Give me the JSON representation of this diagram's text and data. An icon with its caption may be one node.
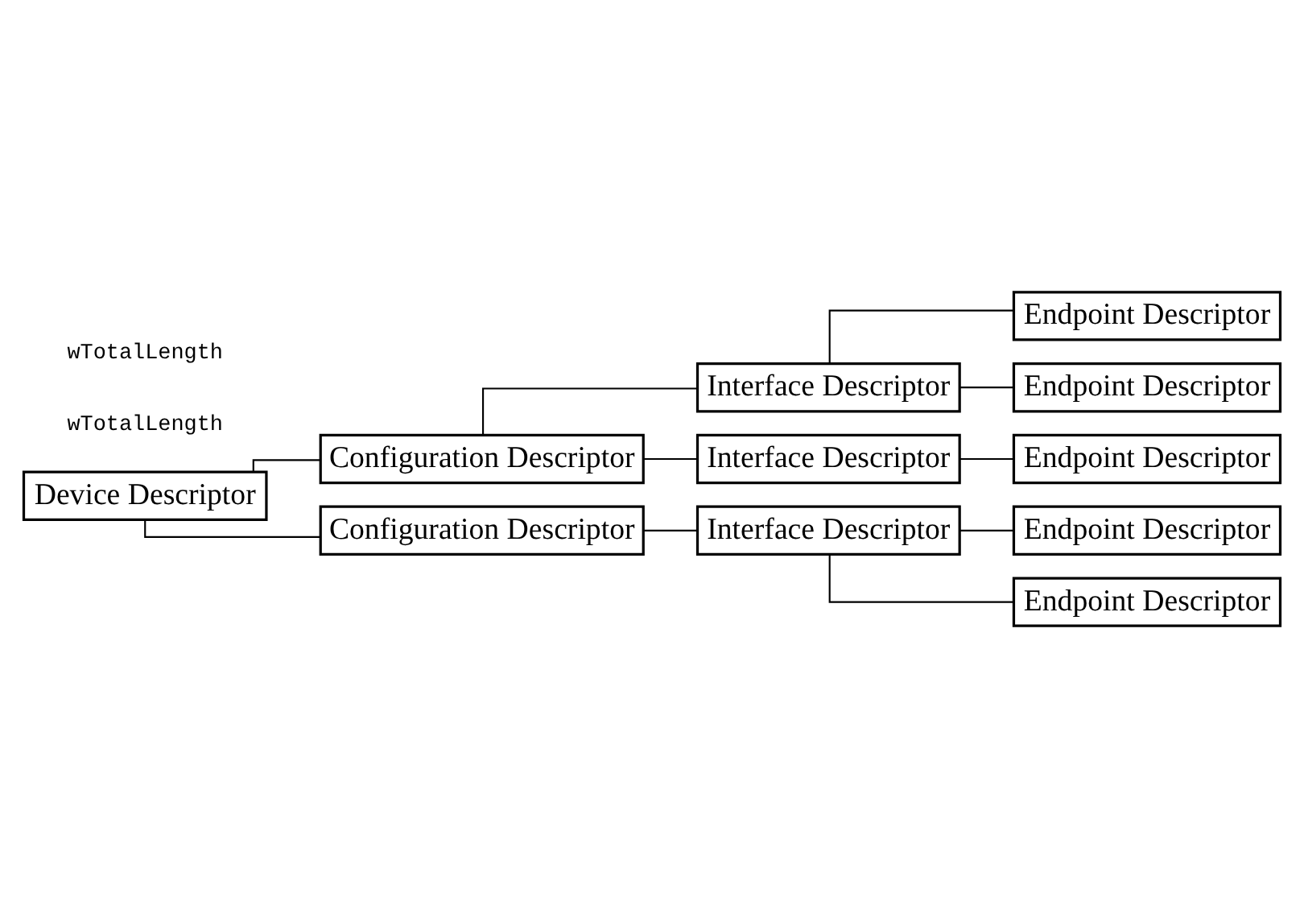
{
  "diagram": {
    "nodes": [
      {
        "text": [
          "Device Descriptor"
        ]
      },
      {
        "text": [
          "Configuration Descriptor"
        ]
      },
      {
        "text": [
          "Interface Descriptor"
        ]
      },
      {
        "text": [
          "Endpoint Descriptor"
        ]
      },
      {
        "text": [
          "Endpoint Descriptor"
        ]
      },
      {
        "text": [
          "Interface Descriptor"
        ]
      },
      {
        "text": [
          "Endpoint Descriptor"
        ]
      },
      {
        "text": [
          "Configuration Descriptor"
        ]
      },
      {
        "text": [
          "Interface Descriptor"
        ]
      },
      {
        "text": [
          "Endpoint Descriptor"
        ]
      },
      {
        "text": [
          "Endpoint Descriptor"
        ]
      }
    ],
    "edges": [
      {
        "from": 0,
        "to": 1,
        "arrow": "none"
      },
      {
        "from": 1,
        "to": 2,
        "arrow": "none"
      },
      {
        "from": 2,
        "to": 3,
        "arrow": "none"
      },
      {
        "from": 2,
        "to": 4,
        "arrow": "none"
      },
      {
        "from": 1,
        "to": 5,
        "arrow": "none"
      },
      {
        "from": 5,
        "to": 6,
        "arrow": "none"
      },
      {
        "from": 0,
        "to": 7,
        "arrow": "none"
      },
      {
        "from": 7,
        "to": 8,
        "arrow": "none"
      },
      {
        "from": 8,
        "to": 9,
        "arrow": "none"
      },
      {
        "from": 8,
        "to": 10,
        "arrow": "none"
      }
    ],
    "labels": [
      "wTotalLength",
      "wTotalLength"
    ]
  }
}
